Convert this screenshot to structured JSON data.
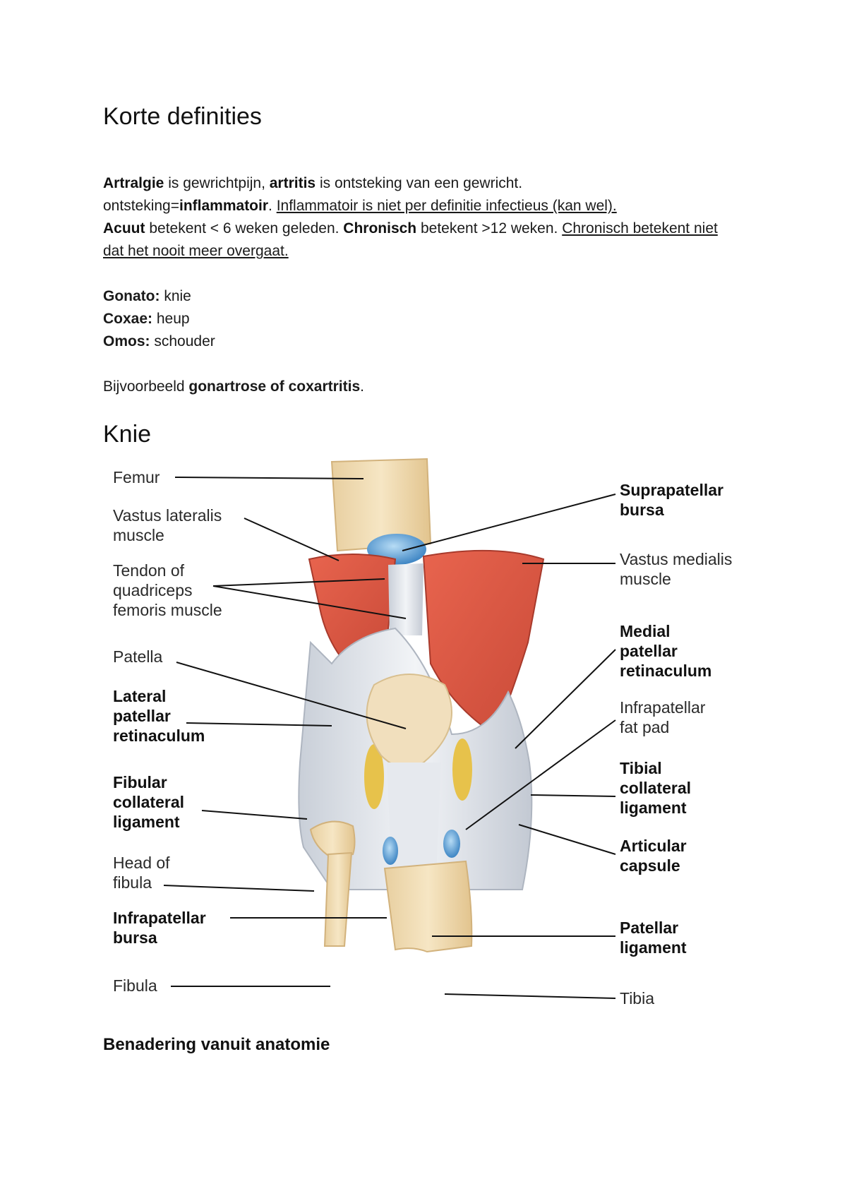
{
  "heading1": "Korte definities",
  "definitions": {
    "s1_b1": "Artralgie",
    "s1_t1": " is gewrichtpijn, ",
    "s1_b2": "artritis",
    "s1_t2": " is ontsteking van een gewricht.",
    "s2_t1": "ontsteking=",
    "s2_b1": "inflammatoir",
    "s2_t2": ". ",
    "s2_u1": "Inflammatoir is niet per definitie infectieus (kan wel).",
    "s3_b1": "Acuut",
    "s3_t1": " betekent < 6 weken geleden. ",
    "s3_b2": "Chronisch",
    "s3_t2": " betekent >12 weken. ",
    "s3_u1": "Chronisch betekent niet dat het nooit meer overgaat."
  },
  "terms": [
    {
      "term": "Gonato:",
      "meaning": " knie"
    },
    {
      "term": "Coxae:",
      "meaning": " heup"
    },
    {
      "term": "Omos:",
      "meaning": " schouder"
    }
  ],
  "example": {
    "prefix": "Bijvoorbeeld ",
    "bold": "gonartrose of coxartritis",
    "suffix": "."
  },
  "heading2": "Knie",
  "figure": {
    "left_labels": {
      "femur": "Femur",
      "vastus_lateralis_1": "Vastus lateralis",
      "vastus_lateralis_2": "muscle",
      "tendon_1": "Tendon of",
      "tendon_2": "quadriceps",
      "tendon_3": "femoris muscle",
      "patella": "Patella",
      "lat_ret_1": "Lateral",
      "lat_ret_2": "patellar",
      "lat_ret_3": "retinaculum",
      "fib_col_1": "Fibular",
      "fib_col_2": "collateral",
      "fib_col_3": "ligament",
      "head_fib_1": "Head of",
      "head_fib_2": "fibula",
      "infra_bursa_1": "Infrapatellar",
      "infra_bursa_2": "bursa",
      "fibula": "Fibula"
    },
    "right_labels": {
      "supra_1": "Suprapatellar",
      "supra_2": "bursa",
      "vastus_med_1": "Vastus medialis",
      "vastus_med_2": "muscle",
      "med_ret_1": "Medial",
      "med_ret_2": "patellar",
      "med_ret_3": "retinaculum",
      "fat_pad_1": "Infrapatellar",
      "fat_pad_2": "fat pad",
      "tib_col_1": "Tibial",
      "tib_col_2": "collateral",
      "tib_col_3": "ligament",
      "capsule_1": "Articular",
      "capsule_2": "capsule",
      "pat_lig_1": "Patellar",
      "pat_lig_2": "ligament",
      "tibia": "Tibia"
    }
  },
  "heading3": "Benadering vanuit anatomie"
}
